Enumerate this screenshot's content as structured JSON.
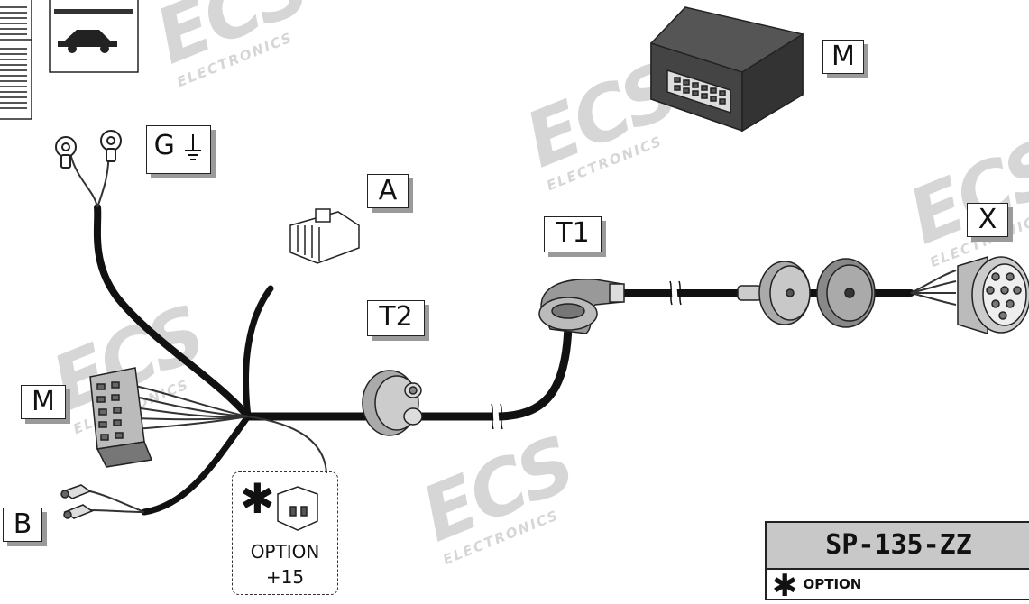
{
  "labels": {
    "M_module": "M",
    "M_connector": "M",
    "G": "G",
    "A": "A",
    "T1": "T1",
    "T2": "T2",
    "X": "X",
    "B": "B"
  },
  "option_box": {
    "star": "✱",
    "text": "OPTION",
    "voltage": "+15"
  },
  "part_box": {
    "part_number": "SP-135-ZZ",
    "star": "✱",
    "option": "OPTION"
  },
  "watermark": {
    "logo": "ECS",
    "sub": "ELECTRONICS"
  }
}
